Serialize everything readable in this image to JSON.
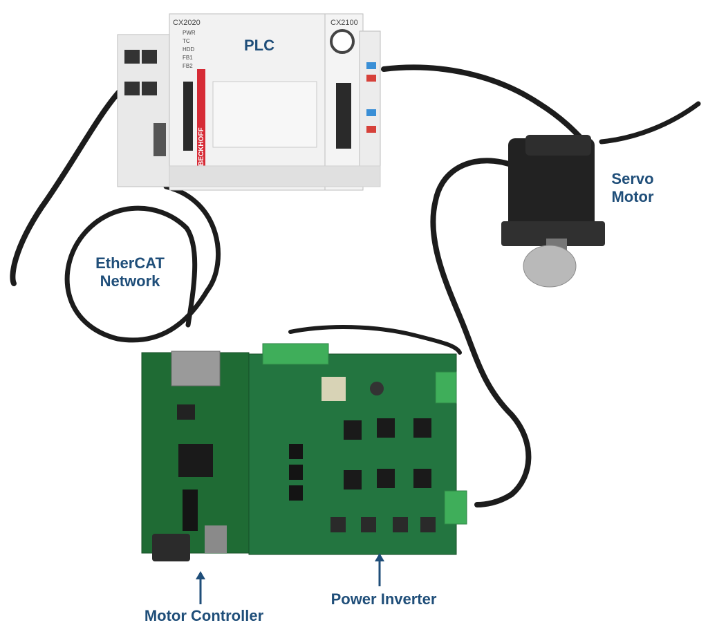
{
  "labels": {
    "plc": "PLC",
    "servo_line1": "Servo",
    "servo_line2": "Motor",
    "ethercat_line1": "EtherCAT",
    "ethercat_line2": "Network",
    "motor_controller": "Motor Controller",
    "power_inverter": "Power Inverter"
  },
  "device_text": {
    "plc_model_left": "CX2020",
    "plc_model_right": "CX2100",
    "plc_brand": "BECKHOFF",
    "plc_leds": [
      "PWR",
      "TC",
      "HDD",
      "FB1",
      "FB2"
    ]
  },
  "colors": {
    "label_text": "#1f4e79",
    "pcb_green": "#1f6b34",
    "plc_body": "#eeeeee",
    "plc_red_stripe": "#d62b36",
    "cable": "#1c1c1c",
    "motor_body": "#222222",
    "terminal_green": "#3fae5a"
  }
}
